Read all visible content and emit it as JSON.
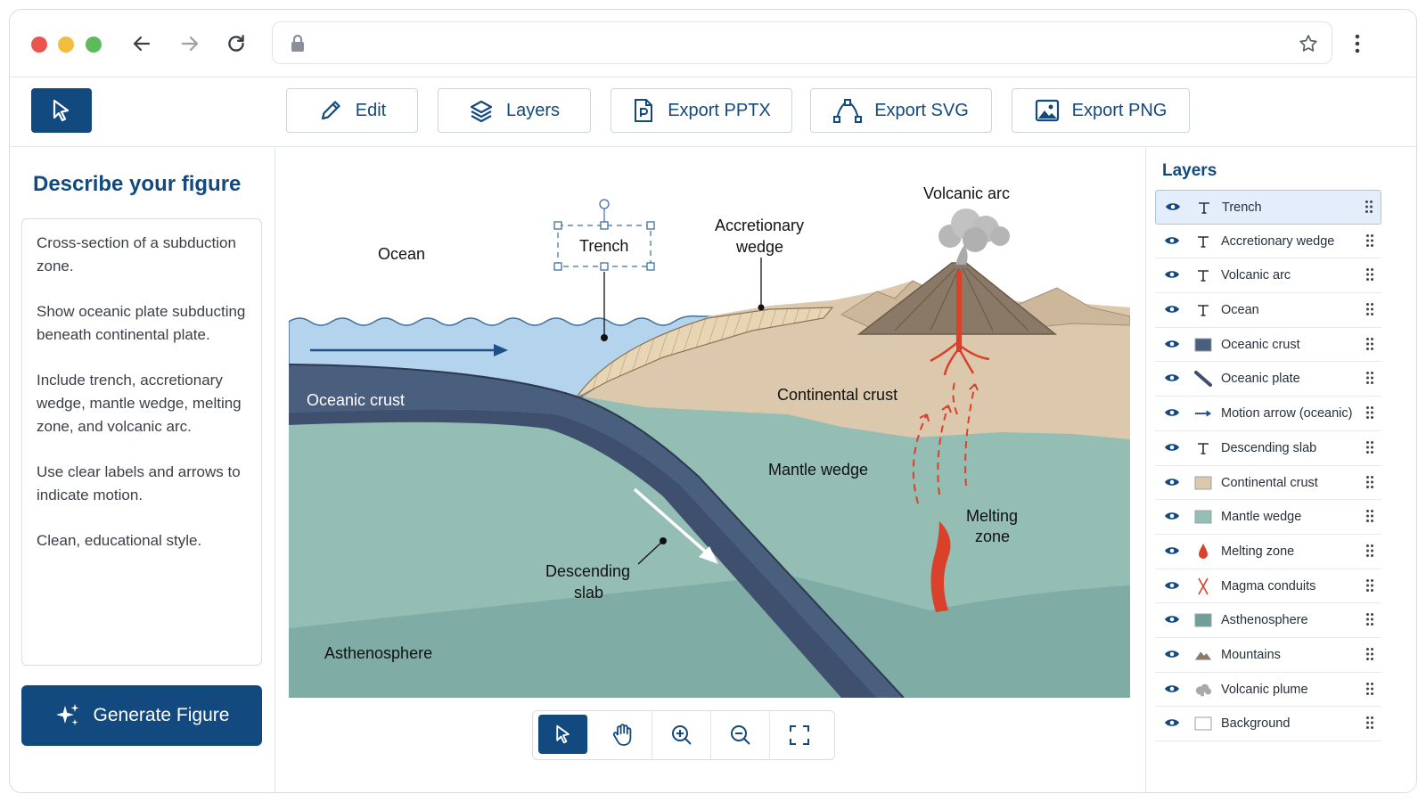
{
  "toolbar": {
    "edit_label": "Edit",
    "layers_label": "Layers",
    "export_pptx_label": "Export PPTX",
    "export_svg_label": "Export SVG",
    "export_png_label": "Export PNG"
  },
  "left_panel": {
    "title": "Describe your figure",
    "prompt_paragraphs": [
      "Cross-section of a subduction zone.",
      "Show oceanic plate subducting beneath continental plate.",
      "Include trench, accretionary wedge, mantle wedge, melting zone, and volcanic arc.",
      "Use clear labels and arrows to indicate motion.",
      "Clean, educational style."
    ],
    "generate_label": "Generate Figure"
  },
  "figure_labels": {
    "ocean": "Ocean",
    "trench": "Trench",
    "accretionary_line1": "Accretionary",
    "accretionary_line2": "wedge",
    "volcanic_arc": "Volcanic arc",
    "oceanic_crust": "Oceanic crust",
    "continental_crust": "Continental crust",
    "mantle_wedge": "Mantle wedge",
    "melting_line1": "Melting",
    "melting_line2": "zone",
    "descending_line1": "Descending",
    "descending_line2": "slab",
    "asthenosphere": "Asthenosphere"
  },
  "layers_panel": {
    "title": "Layers",
    "items": [
      {
        "label": "Trench",
        "icon": "text-icon",
        "selected": true
      },
      {
        "label": "Accretionary wedge",
        "icon": "text-icon"
      },
      {
        "label": "Volcanic arc",
        "icon": "text-icon"
      },
      {
        "label": "Ocean",
        "icon": "text-icon"
      },
      {
        "label": "Oceanic crust",
        "icon": "swatch-icon",
        "color": "#4a5e7d"
      },
      {
        "label": "Oceanic plate",
        "icon": "line-icon",
        "color": "#3e506d"
      },
      {
        "label": "Motion arrow (oceanic)",
        "icon": "arrow-icon",
        "color": "#1f4f86"
      },
      {
        "label": "Descending slab",
        "icon": "text-icon"
      },
      {
        "label": "Continental crust",
        "icon": "swatch-icon",
        "color": "#dcc9ad"
      },
      {
        "label": "Mantle wedge",
        "icon": "swatch-icon",
        "color": "#94bdb3"
      },
      {
        "label": "Melting zone",
        "icon": "drop-icon",
        "color": "#d9412b"
      },
      {
        "label": "Magma conduits",
        "icon": "conduit-icon",
        "color": "#d9412b"
      },
      {
        "label": "Asthenosphere",
        "icon": "swatch-icon",
        "color": "#6e9f99"
      },
      {
        "label": "Mountains",
        "icon": "mountain-icon",
        "color": "#8a7967"
      },
      {
        "label": "Volcanic plume",
        "icon": "cloud-icon",
        "color": "#a9a9a9"
      },
      {
        "label": "Background",
        "icon": "swatch-icon",
        "color": "#ffffff"
      }
    ]
  },
  "colors": {
    "accent": "#12497e",
    "ocean": "#b4d3ec",
    "mantle": "#94bdb3",
    "asthenosphere": "#6e9f99",
    "oceanic_crust": "#4a5e7d",
    "continental": "#dcc9ad",
    "magma": "#d9412b"
  }
}
